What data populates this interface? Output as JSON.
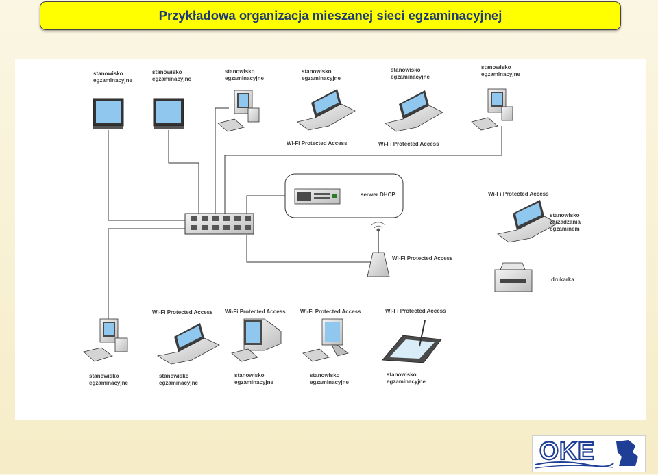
{
  "title": "Przykładowa organizacja mieszanej sieci egzaminacyjnej",
  "labels": {
    "station": "stanowisko",
    "exam": "egzaminacyjne",
    "wifi": "Wi-Fi Protected Access",
    "dhcp": "serwer DHCP",
    "mgmt_line1": "stanowisko",
    "mgmt_line2": "zarzadzania",
    "mgmt_line3": "egzaminem",
    "printer": "drukarka"
  },
  "logo": {
    "text": "OKE"
  },
  "colors": {
    "title_bg": "#ffff00",
    "title_fg": "#1f3b73",
    "logo_blue": "#1e3f95"
  }
}
